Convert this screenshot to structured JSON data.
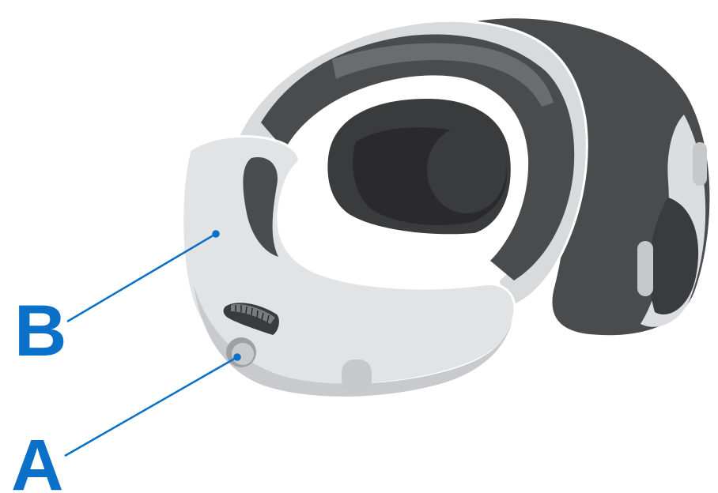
{
  "figure": {
    "callouts": [
      {
        "id": "A",
        "label": "A"
      },
      {
        "id": "B",
        "label": "B"
      }
    ]
  },
  "colors": {
    "callout_blue": "#0a70c8",
    "shell_white": "#e2e3e5",
    "shell_shadow": "#c9cacd",
    "strap_gray": "#c7c8ca",
    "pad_dark": "#4a4b4d",
    "pad_darker": "#3a3b3d",
    "pad_light": "#6b6c6f",
    "lens_black": "#2a2a2c",
    "outline": "#ffffff"
  }
}
